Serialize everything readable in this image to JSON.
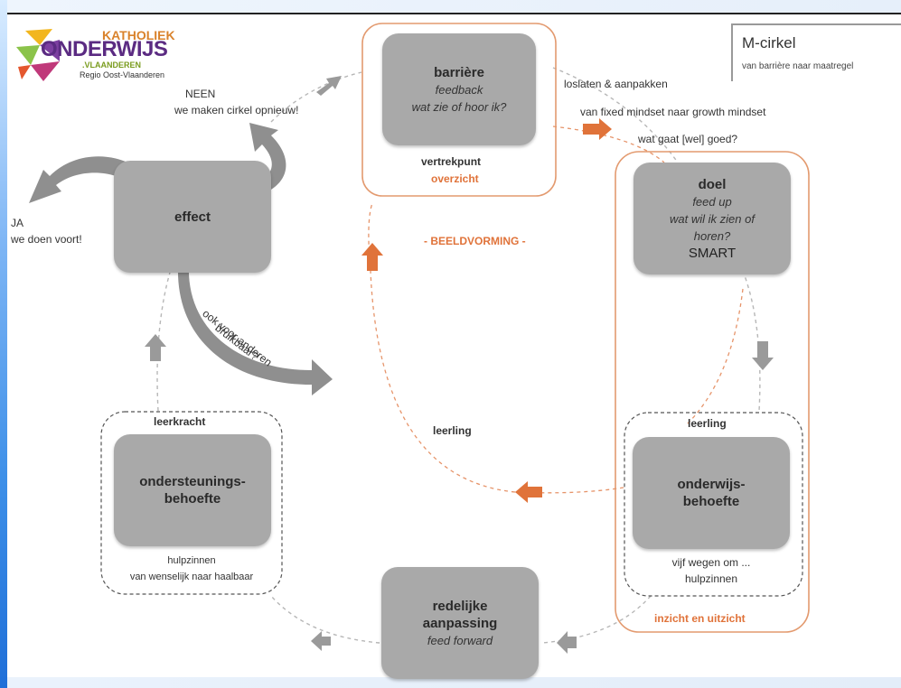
{
  "logo": {
    "line1": "KATHOLIEK",
    "line2": "ONDERWIJS",
    "line3": ".VLAANDEREN",
    "line4": "Regio Oost-Vlaanderen"
  },
  "title": {
    "main": "M-cirkel",
    "sub": "van barrière naar maatregel"
  },
  "boxes": {
    "barriere": {
      "title": "barrière",
      "line1": "feedback",
      "line2": "wat zie of hoor ik?"
    },
    "doel": {
      "title": "doel",
      "line1": "feed up",
      "line2": "wat wil ik zien of",
      "line3": "horen?",
      "line4": "SMART"
    },
    "onderwijs": {
      "line1": "onderwijs-",
      "line2": "behoefte"
    },
    "redelijke": {
      "line1": "redelijke",
      "line2": "aanpassing",
      "line3": "feed forward"
    },
    "ondersteuning": {
      "line1": "ondersteunings-",
      "line2": "behoefte"
    },
    "effect": {
      "title": "effect"
    }
  },
  "labels": {
    "vertrekpunt": "vertrekpunt",
    "overzicht": "overzicht",
    "loslaten": "loslaten & aanpakken",
    "fixed": "van fixed mindset naar growth mindset",
    "watgaat": "wat gaat [wel] goed?",
    "beeldvorming": "- BEELDVORMING -",
    "leerling_right": "leerling",
    "vijf": "vijf wegen om ...",
    "hulpzinnen_right": "hulpzinnen",
    "inzicht": "inzicht en uitzicht",
    "leerling_center": "leerling",
    "leerkracht": "leerkracht",
    "hulpzinnen_left": "hulpzinnen",
    "wenselijk": "van wenselijk naar haalbaar",
    "neen": "NEEN",
    "opnieuw": "we maken cirkel opnieuw!",
    "ja": "JA",
    "voort": "we doen voort!",
    "anderen_1": "ook voor anderen",
    "anderen_2": "bruikbaar?"
  },
  "colors": {
    "box_fill": "#a9a9a9",
    "accent_orange": "#e0733a",
    "arrow_gray": "#9a9a9a"
  }
}
